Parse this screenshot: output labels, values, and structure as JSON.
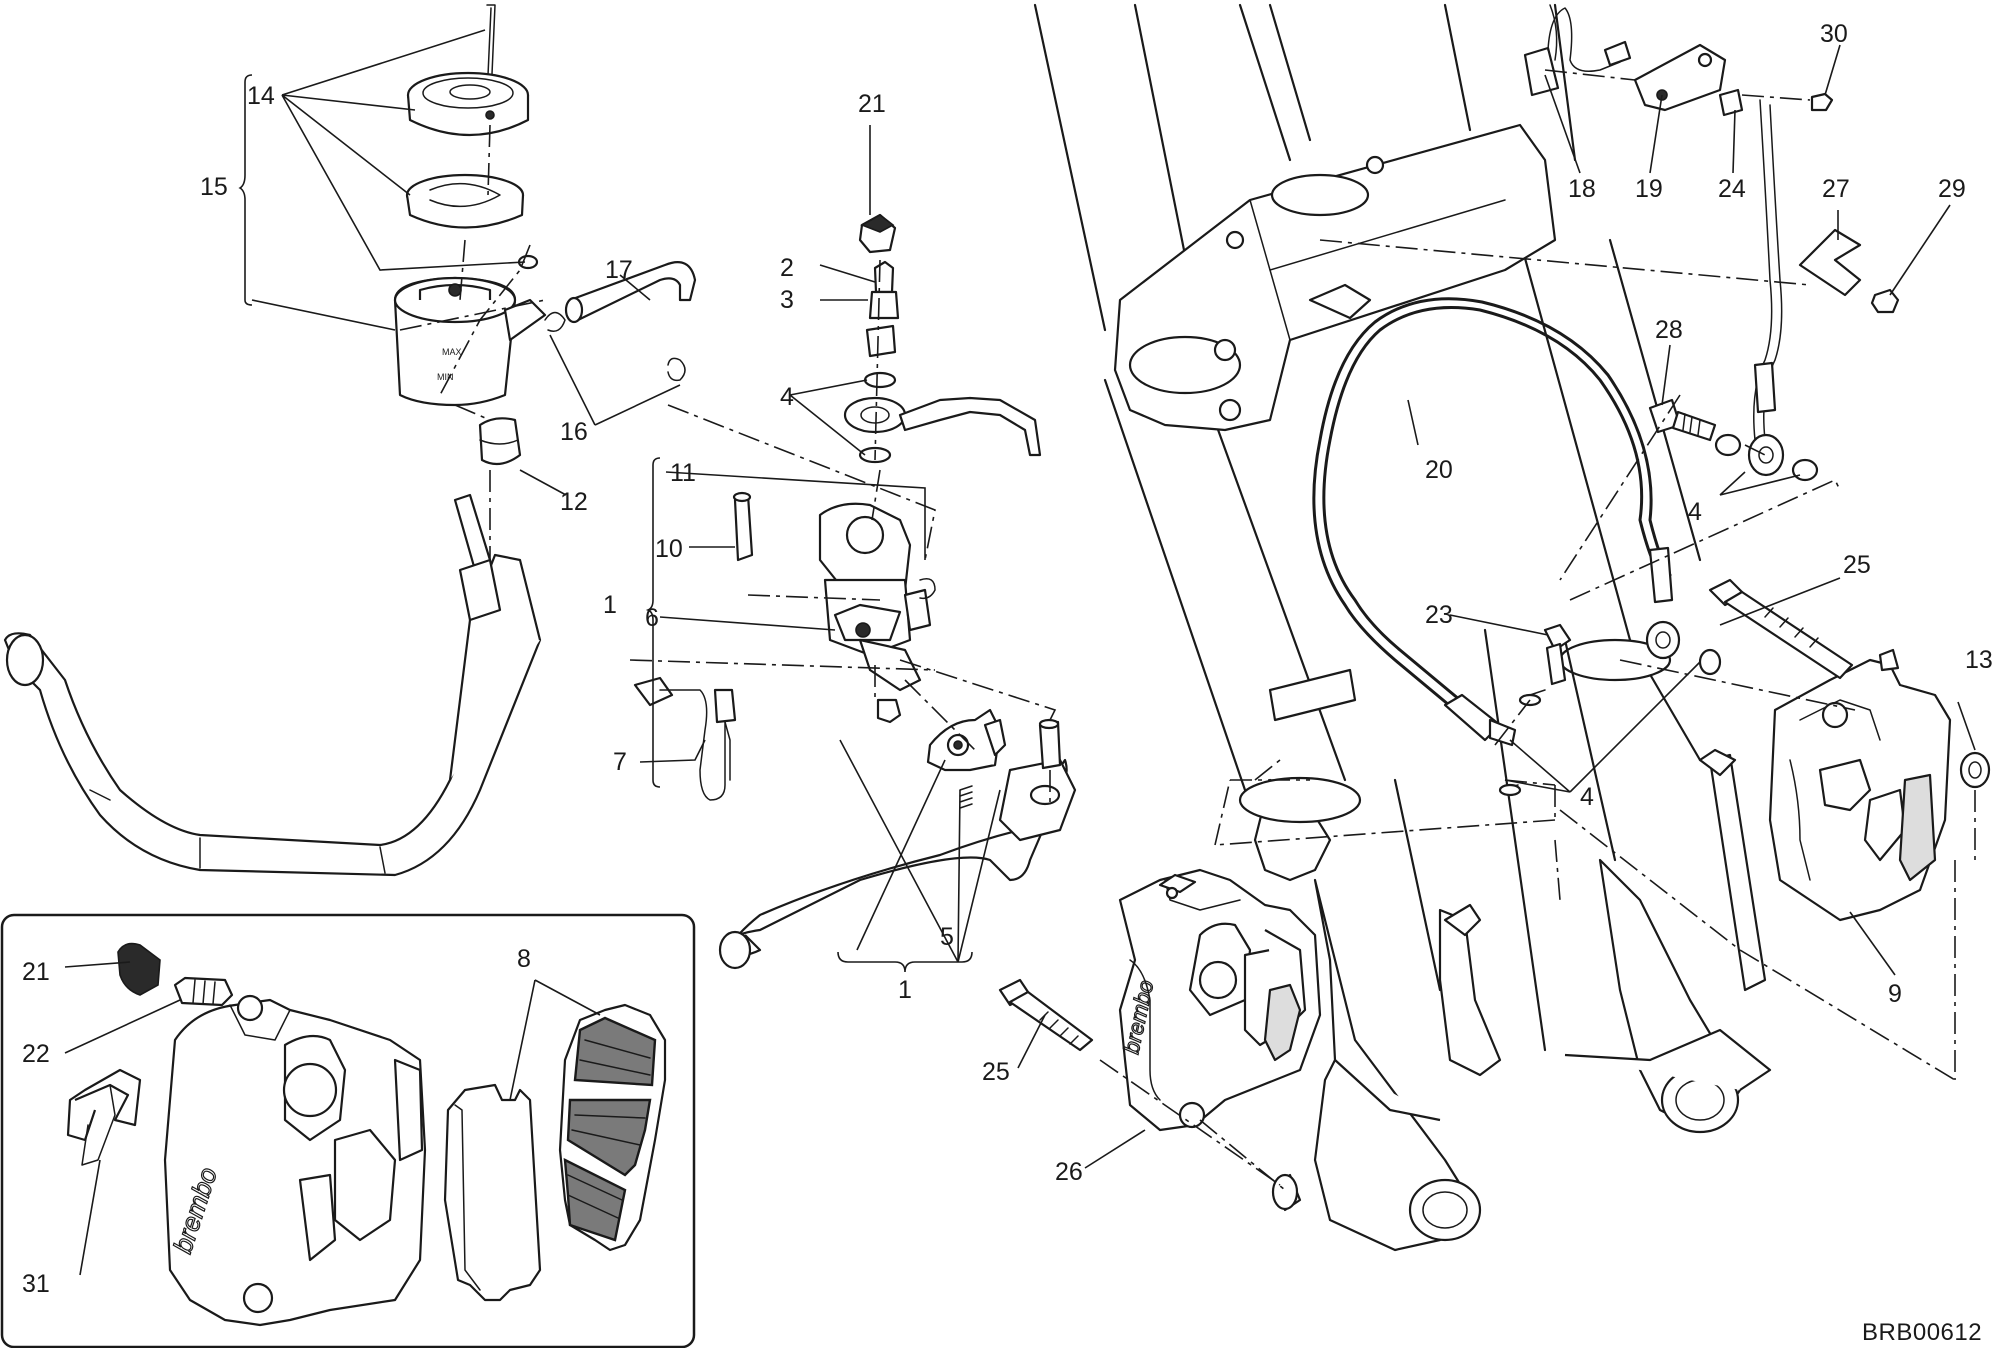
{
  "callouts": {
    "c1a": "1",
    "c1b": "1",
    "c2": "2",
    "c3": "3",
    "c4a": "4",
    "c4b": "4",
    "c4c": "4",
    "c5": "5",
    "c6": "6",
    "c7": "7",
    "c8": "8",
    "c9": "9",
    "c10": "10",
    "c11": "11",
    "c12": "12",
    "c13": "13",
    "c14": "14",
    "c15": "15",
    "c16": "16",
    "c17": "17",
    "c18": "18",
    "c19": "19",
    "c20": "20",
    "c21a": "21",
    "c21b": "21",
    "c22": "22",
    "c23": "23",
    "c24": "24",
    "c25a": "25",
    "c25b": "25",
    "c26": "26",
    "c27": "27",
    "c28": "28",
    "c29": "29",
    "c30": "30",
    "c31": "31"
  },
  "reservoir_marks": {
    "max": "MAX",
    "min": "MIN"
  },
  "caliper_brand": "brembo",
  "drawing_code": "BRB00612"
}
